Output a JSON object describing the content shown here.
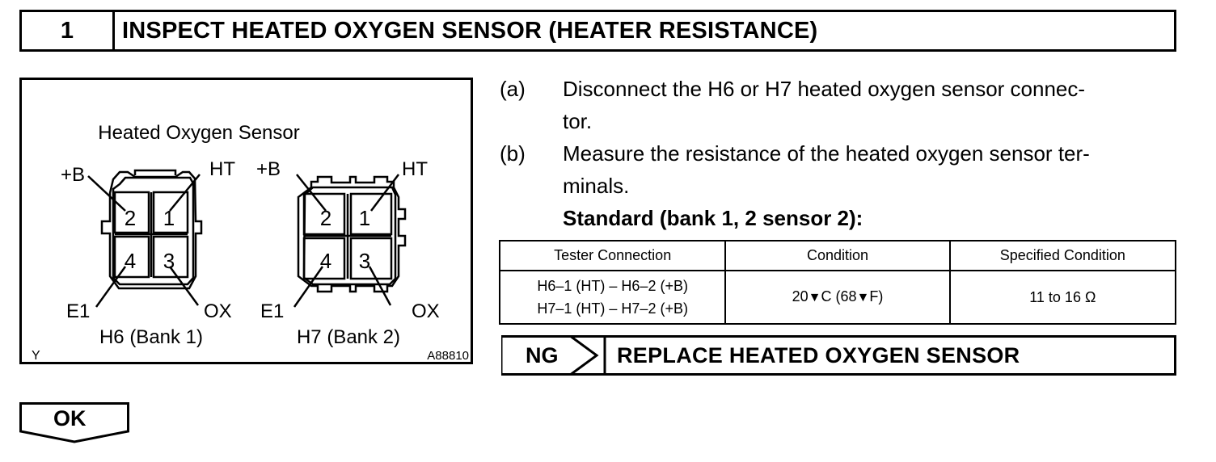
{
  "header": {
    "step_number": "1",
    "title": "INSPECT HEATED OXYGEN SENSOR (HEATER RESISTANCE)"
  },
  "figure": {
    "title": "Heated Oxygen Sensor",
    "figure_id": "A88810",
    "corner_mark": "Y",
    "connector_h6": {
      "caption": "H6 (Bank 1)",
      "terminals": [
        "2",
        "1",
        "4",
        "3"
      ],
      "labels": {
        "top_left": "+B",
        "top_right": "HT",
        "bottom_left": "E1",
        "bottom_right": "OX"
      }
    },
    "connector_h7": {
      "caption": "H7 (Bank 2)",
      "terminals": [
        "2",
        "1",
        "4",
        "3"
      ],
      "labels": {
        "top_left": "+B",
        "top_right": "HT",
        "bottom_left": "E1",
        "bottom_right": "OX"
      }
    }
  },
  "steps": [
    {
      "letter": "(a)",
      "line1": "Disconnect the H6 or H7 heated oxygen sensor connec-",
      "line2": "tor."
    },
    {
      "letter": "(b)",
      "line1": "Measure the resistance of the heated oxygen sensor ter-",
      "line2": "minals."
    }
  ],
  "standard_label": "Standard (bank 1, 2 sensor 2):",
  "table": {
    "headers": [
      "Tester Connection",
      "Condition",
      "Specified Condition"
    ],
    "row": {
      "connection_1": "H6–1 (HT) – H6–2 (+B)",
      "connection_2": "H7–1 (HT) – H7–2 (+B)",
      "condition_prefix": "20",
      "condition_mid": "C (68",
      "condition_suffix": "F)",
      "specified": "11 to 16 Ω"
    }
  },
  "ng": {
    "label": "NG",
    "action": "REPLACE HEATED OXYGEN SENSOR"
  },
  "ok": {
    "label": "OK"
  }
}
